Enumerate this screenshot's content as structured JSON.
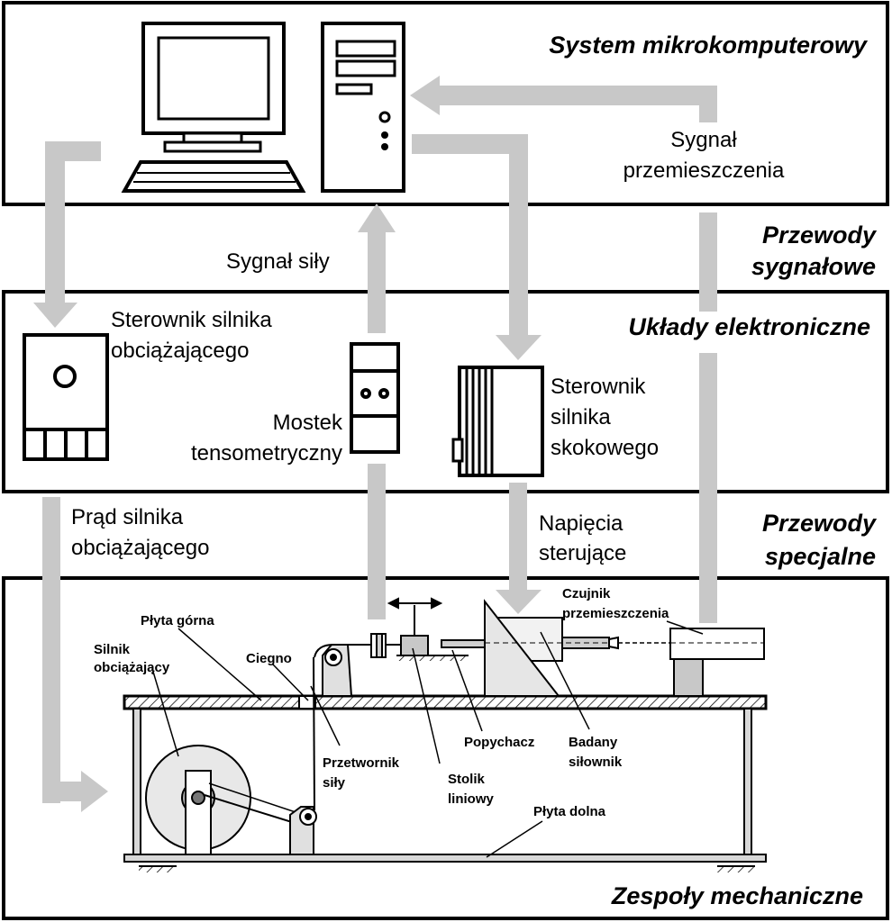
{
  "sections": {
    "microcomputer": "System mikrokomputerowy",
    "signal_wires_1": "Przewody",
    "signal_wires_2": "sygnałowe",
    "electronics": "Układy elektroniczne",
    "special_wires_1": "Przewody",
    "special_wires_2": "specjalne",
    "mechanical": "Zespoły mechaniczne"
  },
  "signals": {
    "displacement_1": "Sygnał",
    "displacement_2": "przemieszczenia",
    "force": "Sygnał siły",
    "load_current_1": "Prąd silnika",
    "load_current_2": "obciążającego",
    "control_voltage_1": "Napięcia",
    "control_voltage_2": "sterujące"
  },
  "devices": {
    "load_driver_1": "Sterownik silnika",
    "load_driver_2": "obciążającego",
    "bridge_1": "Mostek",
    "bridge_2": "tensometryczny",
    "stepper_driver_1": "Sterownik",
    "stepper_driver_2": "silnika",
    "stepper_driver_3": "skokowego"
  },
  "parts": {
    "top_plate": "Płyta górna",
    "load_motor_1": "Silnik",
    "load_motor_2": "obciążający",
    "tendon": "Ciegno",
    "force_transducer_1": "Przetwornik",
    "force_transducer_2": "siły",
    "linear_stage_1": "Stolik",
    "linear_stage_2": "liniowy",
    "pusher": "Popychacz",
    "actuator_1": "Badany",
    "actuator_2": "siłownik",
    "displacement_sensor_1": "Czujnik",
    "displacement_sensor_2": "przemieszczenia",
    "bottom_plate": "Płyta dolna"
  },
  "colors": {
    "arrow": "#c8c8c8",
    "line": "#000000",
    "fill": "#ffffff",
    "hatch_gray": "#d8d8d8"
  }
}
